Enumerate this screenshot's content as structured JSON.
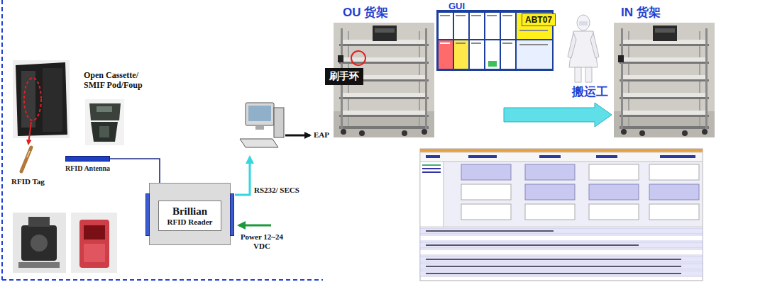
{
  "diagram": {
    "nodes": [
      {
        "text": [
          "RFID Antenna"
        ]
      },
      {
        "text": [
          "Brillian",
          "RFID Reader"
        ]
      },
      {
        "text": [
          "刷手环"
        ]
      },
      {
        "text": [
          "ABT07"
        ]
      }
    ],
    "edges": [
      {
        "from": 0,
        "to": 1,
        "arrow": "none"
      }
    ],
    "labels": [
      "Open Cassette/ SMIF Pod/Foup",
      "RFID Tag",
      "EAP",
      "RS232/ SECS",
      "Power 12~24 VDC",
      "OU 货架",
      "GUI",
      "搬运工",
      "IN 货架"
    ]
  }
}
